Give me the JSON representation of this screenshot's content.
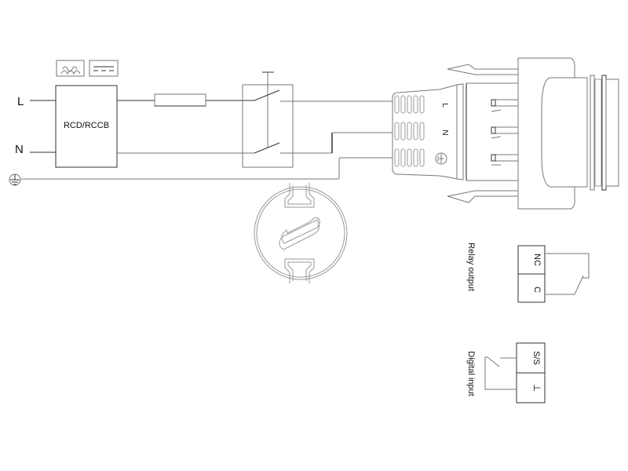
{
  "diagram": {
    "terminals": {
      "line": "L",
      "neutral": "N"
    },
    "rcd": {
      "label": "RCD/RCCB"
    },
    "connector": {
      "pin_line": "L",
      "pin_neutral": "N"
    },
    "relay": {
      "title": "Relay output",
      "terminal_top": "NC",
      "terminal_bottom": "C"
    },
    "digital": {
      "title": "Digital input",
      "terminal_top": "S/S",
      "terminal_bottom": "⊥"
    }
  }
}
